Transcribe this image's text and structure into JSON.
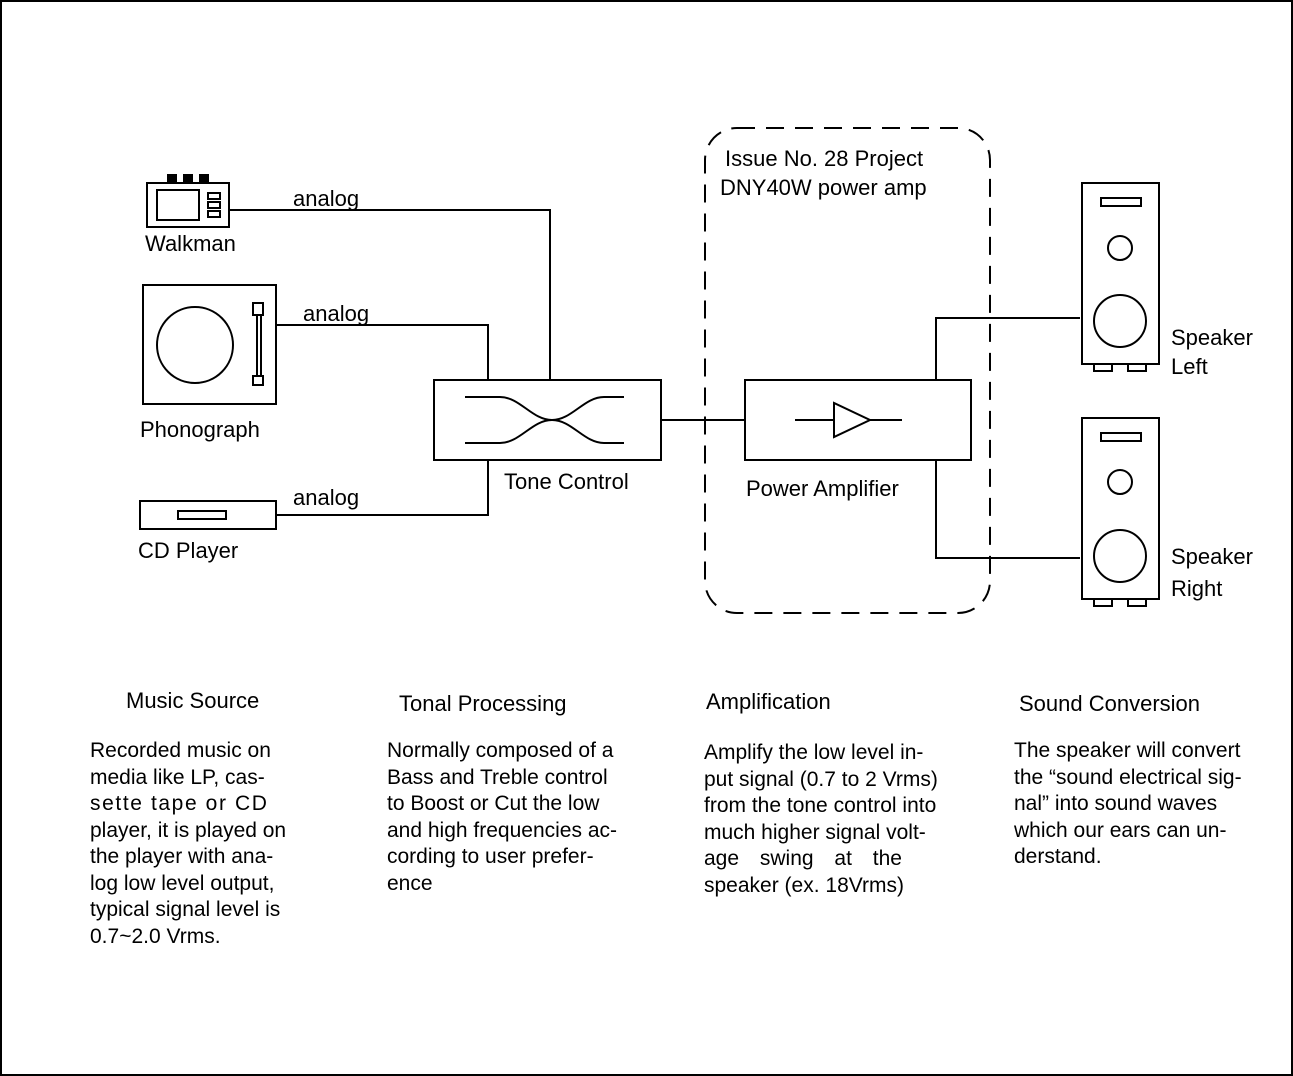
{
  "sources": {
    "walkman": "Walkman",
    "phonograph": "Phonograph",
    "cd_player": "CD Player"
  },
  "connections": {
    "walkman_link": "analog",
    "phonograph_link": "analog",
    "cd_link": "analog"
  },
  "blocks": {
    "tone_control": "Tone Control",
    "power_amplifier": "Power Amplifier"
  },
  "project_box": {
    "line1": "Issue No. 28 Project",
    "line2": "DNY40W power amp"
  },
  "speakers": {
    "left_line1": "Speaker",
    "left_line2": "Left",
    "right_line1": "Speaker",
    "right_line2": "Right"
  },
  "stages": [
    {
      "heading": "Music Source",
      "lines": [
        "Recorded music on",
        "media like LP, cas-",
        "sette tape or CD",
        "player, it is played on",
        "the player with ana-",
        "log low level output,",
        "typical signal level is",
        "0.7~2.0 Vrms."
      ]
    },
    {
      "heading": "Tonal Processing",
      "lines": [
        "Normally composed of a",
        "Bass and Treble control",
        "to Boost or Cut the low",
        "and high frequencies ac-",
        "cording to user prefer-",
        "ence"
      ]
    },
    {
      "heading": "Amplification",
      "lines": [
        "Amplify the low level in-",
        "put signal (0.7 to 2 Vrms)",
        "from the tone control into",
        "much higher signal volt-",
        "age swing at the",
        "speaker (ex. 18Vrms)"
      ]
    },
    {
      "heading": "Sound Conversion",
      "lines": [
        "The speaker will convert",
        "the “sound electrical sig-",
        "nal” into sound waves",
        "which our ears can un-",
        "derstand."
      ]
    }
  ]
}
